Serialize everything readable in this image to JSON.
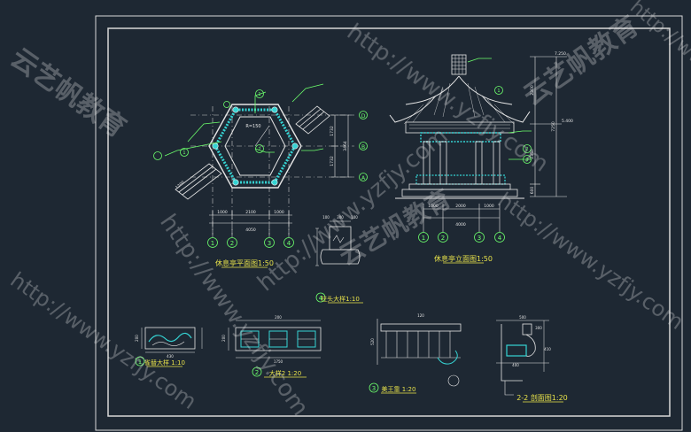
{
  "watermark": {
    "url": "http://www.yzfjy.com",
    "brand": "云艺帆教育"
  },
  "plan": {
    "title": "休息亭平面图1:50",
    "axes_rows": [
      "D",
      "B",
      "A"
    ],
    "axes_cols": [
      "1",
      "2",
      "3",
      "4"
    ],
    "dims_bottom_top": [
      "1000",
      "2100",
      "1000"
    ],
    "dims_bottom_total": "4050",
    "dims_right": [
      "1732",
      "1732"
    ],
    "dims_right_total": "3464",
    "radius": "R=150",
    "step_dim": "1200",
    "callouts": [
      "1",
      "2",
      "1"
    ]
  },
  "elevation": {
    "title": "休息亭立面图1:50",
    "axes_cols": [
      "1",
      "2",
      "3",
      "4"
    ],
    "dims_bottom_top": [
      "1000",
      "2000",
      "1000"
    ],
    "dims_bottom_total": "4000",
    "dims_right": [
      "2300",
      "2350",
      "600"
    ],
    "dims_right_total": "7250",
    "heights": [
      "7.250",
      "5.400"
    ],
    "callouts": [
      "1",
      "2",
      "3"
    ]
  },
  "details": {
    "column_head": {
      "title": "柱头大样1:10",
      "num": "4",
      "dims": [
        "100",
        "300",
        "100"
      ]
    },
    "bracket": {
      "title": "雀替大样 1:10",
      "num": "1",
      "dims": [
        "430",
        "200"
      ]
    },
    "railing": {
      "title": "大样2 1:20",
      "num": "2",
      "dims": [
        "1750",
        "200",
        "200"
      ]
    },
    "seat_back": {
      "title": "美王靠 1:20",
      "num": "3",
      "dims": [
        "520",
        "120"
      ]
    },
    "section": {
      "title": "2-2 剖面图1:20",
      "dims": [
        "500",
        "300",
        "410",
        "400"
      ]
    }
  }
}
